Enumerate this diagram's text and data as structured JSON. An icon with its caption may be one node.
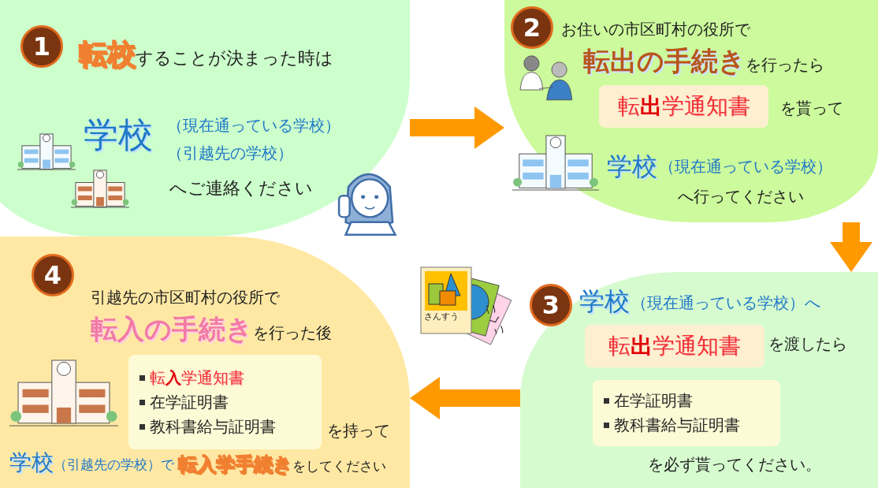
{
  "diagram": {
    "nodes": [
      {
        "text": [
          "**転校**することが決まった時は",
          "学校",
          "（現在通っている学校）",
          "（引越先の学校）",
          "へご連絡ください"
        ]
      },
      {
        "text": [
          "1"
        ],
        "in": 0
      },
      {
        "text": [
          "お住いの市区町村の役所で",
          "**転出の手続き**を行ったら",
          "を貰って",
          "学校",
          "（現在通っている学校）",
          "へ行ってください"
        ]
      },
      {
        "text": [
          "2"
        ],
        "in": 2
      },
      {
        "text": [
          "転**出**学通知書"
        ],
        "in": 2
      },
      {
        "text": [
          "学校",
          "（現在通っている学校）へ",
          "を渡したら",
          "を必ず貰ってください。"
        ]
      },
      {
        "text": [
          "3"
        ],
        "in": 5
      },
      {
        "text": [
          "転**出**学通知書"
        ],
        "in": 5
      },
      {
        "text": [
          "在学証明書",
          "教科書給与証明書"
        ],
        "in": 5
      },
      {
        "text": [
          "引越先の市区町村の役所で",
          "**転入の手続き**を行った後",
          "を持って",
          "学校",
          "（引越先の学校）で",
          "**転入学手続き**をしてください"
        ]
      },
      {
        "text": [
          "4"
        ],
        "in": 9
      },
      {
        "text": [
          "転**入**学通知書",
          "在学証明書",
          "教科書給与証明書"
        ],
        "in": 9
      }
    ],
    "edges": [
      {
        "from": 0,
        "to": 2,
        "arrow": "to"
      },
      {
        "from": 2,
        "to": 5,
        "arrow": "to"
      },
      {
        "from": 5,
        "to": 9,
        "arrow": "to"
      }
    ],
    "labels": [
      "さんすう",
      "こくご"
    ]
  }
}
